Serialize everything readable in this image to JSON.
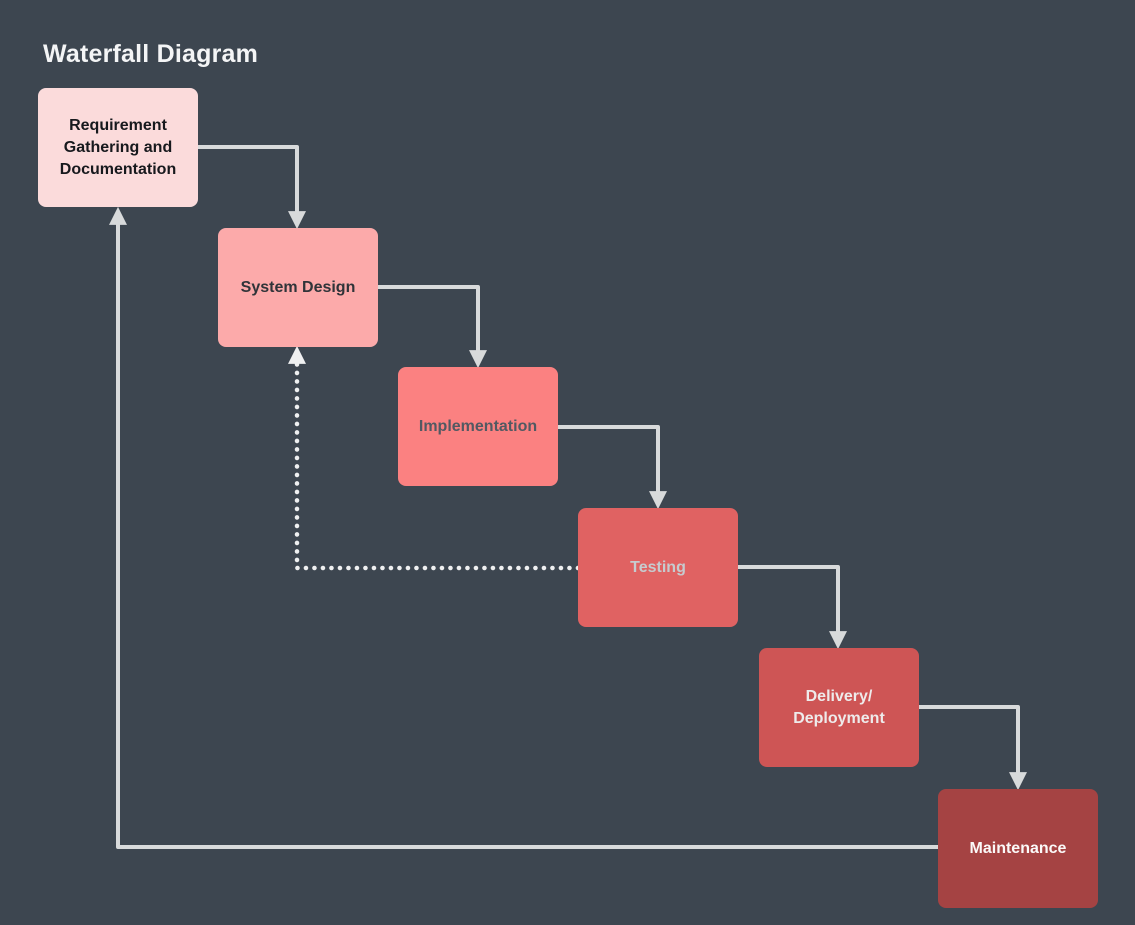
{
  "title": "Waterfall Diagram",
  "theme": {
    "background": "#3D4650",
    "connector_color": "#D8DADB",
    "dotted_connector_color": "#EFF0F1",
    "title_color": "#F4F5F6"
  },
  "nodes": [
    {
      "id": "requirement-gathering",
      "label": "Requirement\nGathering and\nDocumentation",
      "fill": "#FBDBDB",
      "text_color": "#17191D"
    },
    {
      "id": "system-design",
      "label": "System Design",
      "fill": "#FCAAAA",
      "text_color": "#303439"
    },
    {
      "id": "implementation",
      "label": "Implementation",
      "fill": "#FB8181",
      "text_color": "#525962"
    },
    {
      "id": "testing",
      "label": "Testing",
      "fill": "#E06262",
      "text_color": "#C6CBCF"
    },
    {
      "id": "delivery-deployment",
      "label": "Delivery/\nDeployment",
      "fill": "#CE5555",
      "text_color": "#EEEBEB"
    },
    {
      "id": "maintenance",
      "label": "Maintenance",
      "fill": "#A54343",
      "text_color": "#FBF9F8"
    }
  ],
  "edges": [
    {
      "from": "requirement-gathering",
      "to": "system-design",
      "style": "solid"
    },
    {
      "from": "system-design",
      "to": "implementation",
      "style": "solid"
    },
    {
      "from": "implementation",
      "to": "testing",
      "style": "solid"
    },
    {
      "from": "testing",
      "to": "delivery-deployment",
      "style": "solid"
    },
    {
      "from": "delivery-deployment",
      "to": "maintenance",
      "style": "solid"
    },
    {
      "from": "maintenance",
      "to": "requirement-gathering",
      "style": "solid"
    },
    {
      "from": "testing",
      "to": "system-design",
      "style": "dotted"
    }
  ]
}
